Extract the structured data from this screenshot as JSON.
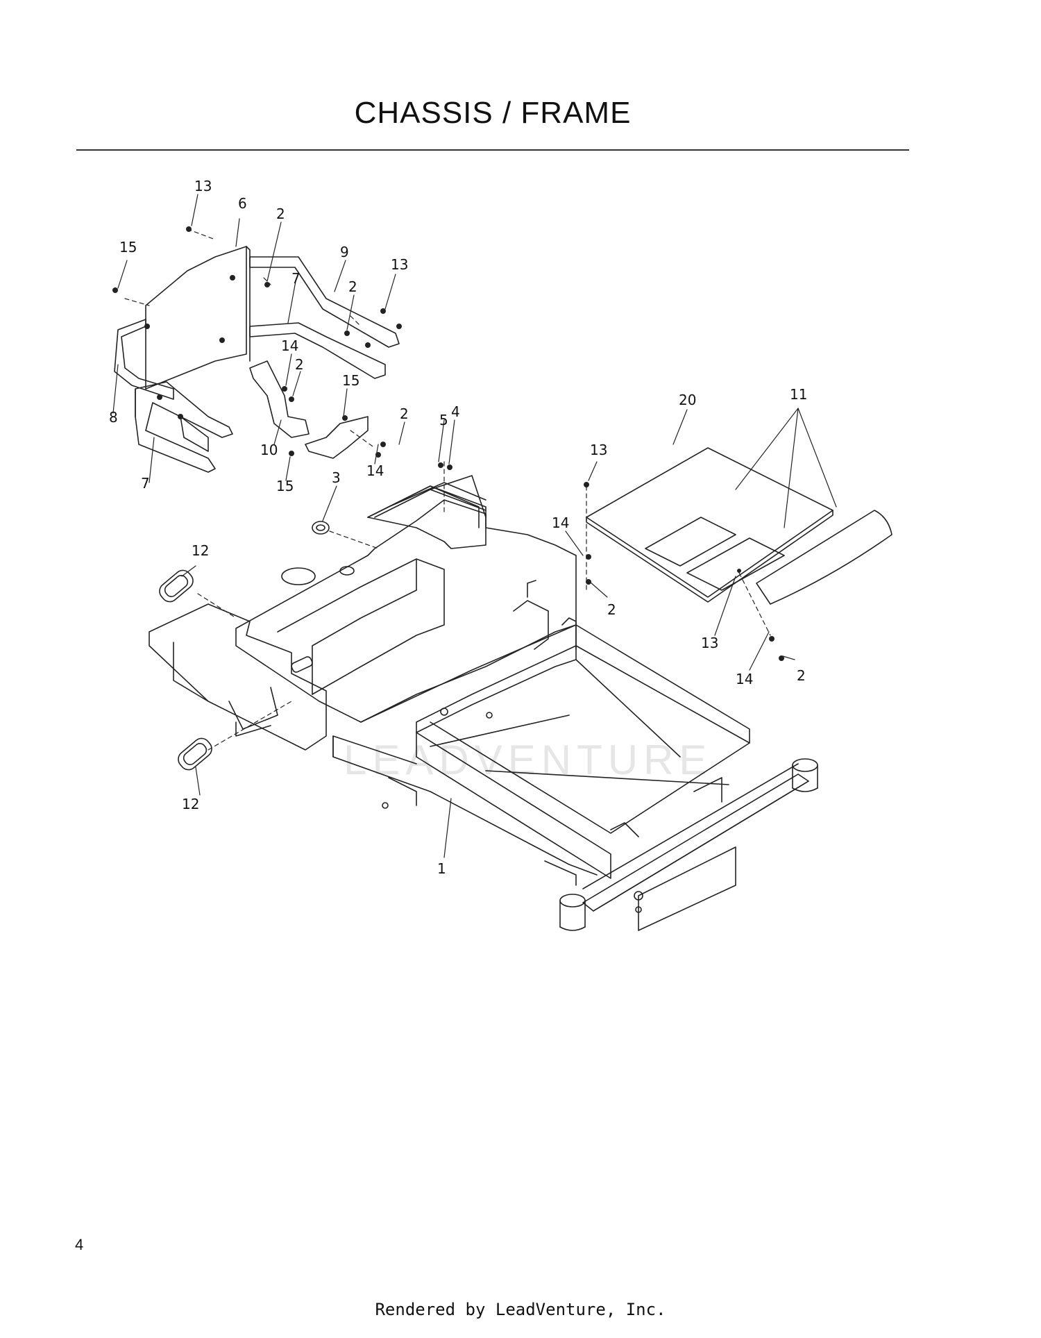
{
  "title": "CHASSIS / FRAME",
  "watermark": "LEADVENTURE",
  "callouts": [
    {
      "id": "c13a",
      "label": "13"
    },
    {
      "id": "c6",
      "label": "6"
    },
    {
      "id": "c2a",
      "label": "2"
    },
    {
      "id": "c15a",
      "label": "15"
    },
    {
      "id": "c9",
      "label": "9"
    },
    {
      "id": "c13b",
      "label": "13"
    },
    {
      "id": "c7a",
      "label": "7"
    },
    {
      "id": "c2b",
      "label": "2"
    },
    {
      "id": "c14a",
      "label": "14"
    },
    {
      "id": "c2c",
      "label": "2"
    },
    {
      "id": "c8",
      "label": "8"
    },
    {
      "id": "c15b",
      "label": "15"
    },
    {
      "id": "c2d",
      "label": "2"
    },
    {
      "id": "c5",
      "label": "5"
    },
    {
      "id": "c4",
      "label": "4"
    },
    {
      "id": "c10",
      "label": "10"
    },
    {
      "id": "c14b",
      "label": "14"
    },
    {
      "id": "c7b",
      "label": "7"
    },
    {
      "id": "c15c",
      "label": "15"
    },
    {
      "id": "c3",
      "label": "3"
    },
    {
      "id": "c20",
      "label": "20"
    },
    {
      "id": "c11",
      "label": "11"
    },
    {
      "id": "c13c",
      "label": "13"
    },
    {
      "id": "c14c",
      "label": "14"
    },
    {
      "id": "c2e",
      "label": "2"
    },
    {
      "id": "c13d",
      "label": "13"
    },
    {
      "id": "c14d",
      "label": "14"
    },
    {
      "id": "c2f",
      "label": "2"
    },
    {
      "id": "c12a",
      "label": "12"
    },
    {
      "id": "c12b",
      "label": "12"
    },
    {
      "id": "c1",
      "label": "1"
    }
  ],
  "page_number": "4",
  "footer": "Rendered by LeadVenture, Inc."
}
